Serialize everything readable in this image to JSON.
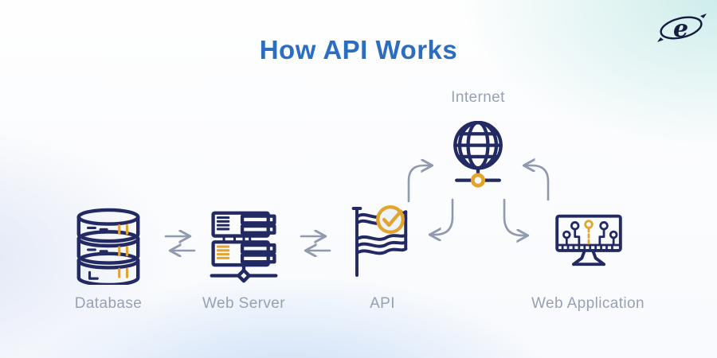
{
  "title": "How API Works",
  "logo": {
    "glyph": "e"
  },
  "labels": {
    "database": "Database",
    "web_server": "Web Server",
    "api": "API",
    "internet": "Internet",
    "web_application": "Web Application"
  },
  "colors": {
    "title_blue": "#2b6dc1",
    "icon_navy": "#232a63",
    "icon_gold": "#e2a42e",
    "label_gray": "#98a0b3",
    "arrow_gray": "#9099ad",
    "bg_top_right_cyan": "#cbecea",
    "bg_bottom_blue": "#c4daf6"
  },
  "edges": [
    {
      "from": "Database",
      "to": "Web Server",
      "bidirectional": true,
      "style": "straight"
    },
    {
      "from": "Web Server",
      "to": "API",
      "bidirectional": true,
      "style": "straight"
    },
    {
      "from": "API",
      "to": "Internet",
      "bidirectional": true,
      "style": "curved"
    },
    {
      "from": "Internet",
      "to": "Web Application",
      "bidirectional": true,
      "style": "curved"
    }
  ]
}
